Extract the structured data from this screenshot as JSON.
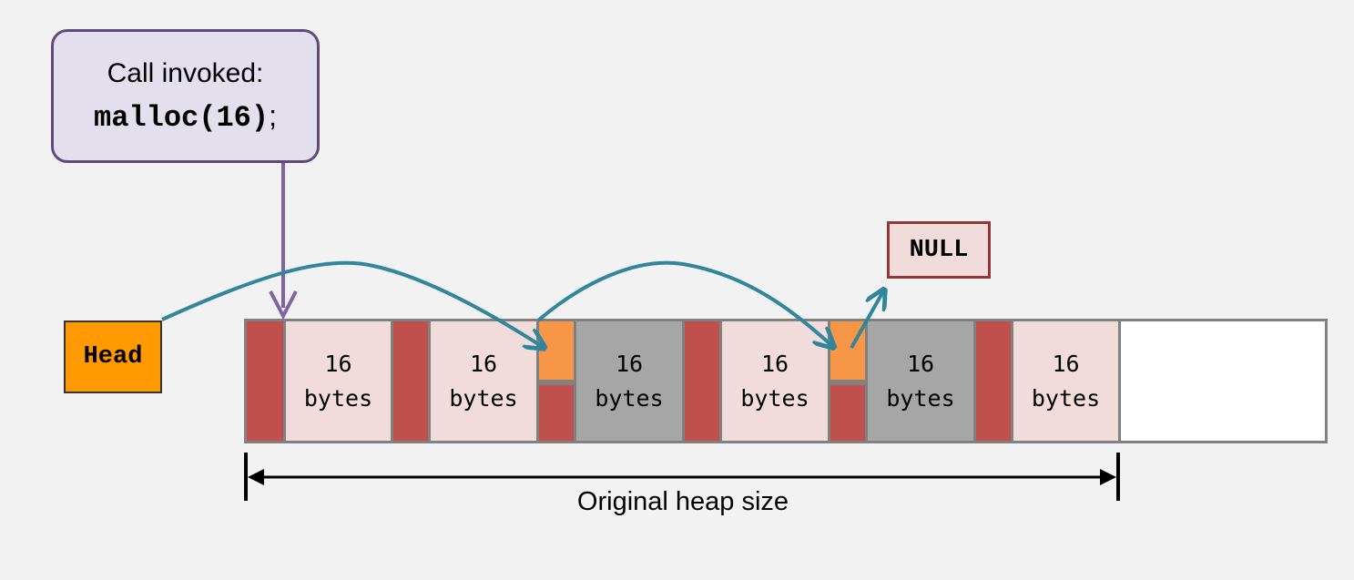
{
  "callout": {
    "line1": "Call invoked:",
    "code": "malloc(16)",
    "semicolon": ";"
  },
  "head_label": "Head",
  "null_label": "NULL",
  "heap_blocks": [
    {
      "value": "16",
      "unit": "bytes",
      "state": "allocated"
    },
    {
      "value": "16",
      "unit": "bytes",
      "state": "allocated"
    },
    {
      "value": "16",
      "unit": "bytes",
      "state": "free"
    },
    {
      "value": "16",
      "unit": "bytes",
      "state": "allocated"
    },
    {
      "value": "16",
      "unit": "bytes",
      "state": "free"
    },
    {
      "value": "16",
      "unit": "bytes",
      "state": "allocated"
    }
  ],
  "size_label": "Original heap size",
  "colors": {
    "background": "#f2f2f2",
    "callout_fill": "#e4dfec",
    "callout_border": "#604a7b",
    "head_fill": "#ff9900",
    "header_red": "#c0504d",
    "free_pointer_orange": "#f79646",
    "allocated_fill": "#f2dcdb",
    "free_fill": "#a6a6a6",
    "link_arrow": "#31859c",
    "null_border": "#953735"
  }
}
